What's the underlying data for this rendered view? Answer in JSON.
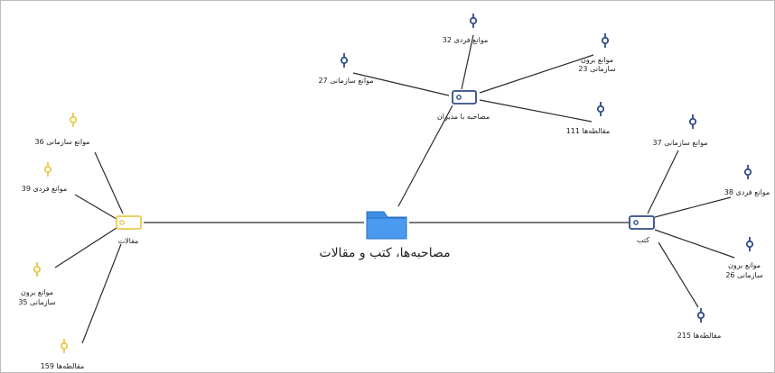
{
  "central": {
    "label": "مصاحبه‌ها، کتب و مقالات"
  },
  "colors": {
    "line": "#2b2b2b",
    "blue": "#2f4d86",
    "yellow": "#e8c94a",
    "folder": "#3d8ee6"
  },
  "hubs": {
    "interviews": {
      "label": "مصاحبه با مدیران"
    },
    "articles": {
      "label": "مقالات"
    },
    "books": {
      "label": "کتب"
    }
  },
  "leaves": {
    "i1": {
      "label": "موانع فردی 32"
    },
    "i2a": {
      "label": "موانع برون"
    },
    "i2b": {
      "label": "سازمانی 23"
    },
    "i3": {
      "label": "موانع سازمانی 27"
    },
    "i4": {
      "label": "مقالطه‌ها 111"
    },
    "a1": {
      "label": "موانع سازمانی 36"
    },
    "a2": {
      "label": "موانع فردی 39"
    },
    "a3a": {
      "label": "موانع برون"
    },
    "a3b": {
      "label": "سازمانی 35"
    },
    "a4": {
      "label": "مقالطه‌ها 159"
    },
    "b1": {
      "label": "موانع سازمانی 37"
    },
    "b2": {
      "label": "موانع فردی 38"
    },
    "b3a": {
      "label": "موانع برون"
    },
    "b3b": {
      "label": "سازمانی 26"
    },
    "b4": {
      "label": "مقالطه‌ها 215"
    }
  }
}
